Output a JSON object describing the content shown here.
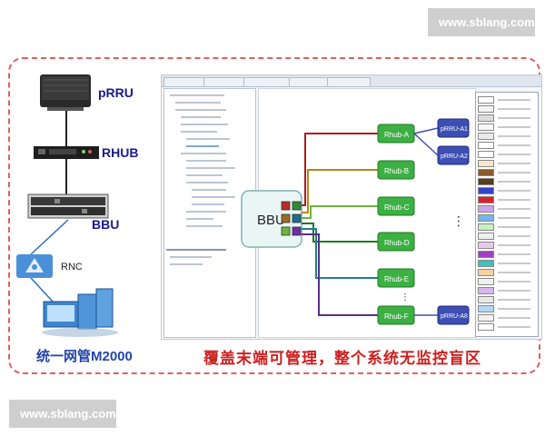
{
  "watermarks": {
    "top": "www.sblang.com",
    "bottom": "www.sblang.com"
  },
  "hierarchy": {
    "prru": "pRRU",
    "rhub": "RHUB",
    "bbu": "BBU",
    "rnc": "RNC",
    "m2000": "统一网管M2000"
  },
  "topology": {
    "bbu_label": "BBU",
    "rhubs": [
      "Rhub-A",
      "Rhub-B",
      "Rhub-C",
      "Rhub-D",
      "Rhub-E",
      "Rhub-F"
    ],
    "prrus": [
      "pRRU-A1",
      "pRRU-A2",
      "pRRU-A8"
    ],
    "ellipsis": "⋮",
    "line_colors": [
      "#b21c1c",
      "#b8861a",
      "#6db33f",
      "#1e7a1e",
      "#1f7f8c",
      "#5a2c8c"
    ]
  },
  "legend_colors": [
    "#ffffff",
    "#f4f4f4",
    "#dcdcdc",
    "#f7f7f7",
    "#eaeaea",
    "#ffffff",
    "#ffffff",
    "#f3e7d0",
    "#8b5a2b",
    "#5a3b1e",
    "#3344cc",
    "#e0202a",
    "#c8a8e8",
    "#77b4e8",
    "#c8f0c0",
    "#f0f0f0",
    "#e8c8f0",
    "#a040c0",
    "#40c0c0",
    "#f5d0a0",
    "#f0f0f0",
    "#d8b8f0",
    "#e8e8e8",
    "#b0d8f0",
    "#f2f2f2",
    "#ffffff"
  ],
  "caption": "覆盖末端可管理，整个系统无监控盲区"
}
